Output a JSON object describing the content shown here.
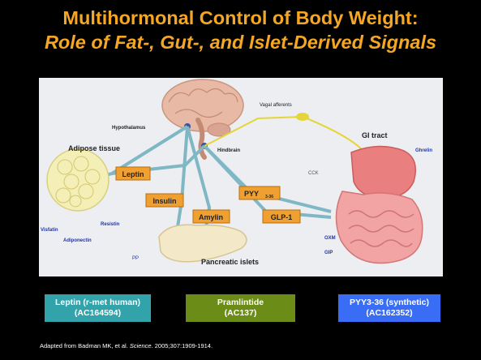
{
  "title_line1": "Multihormonal Control of Body Weight:",
  "title_line2": "Role of Fat-, Gut-, and Islet-Derived Signals",
  "figure": {
    "labels": {
      "vagal": "Vagal afferents",
      "gi_tract": "GI tract",
      "hypothalamus": "Hypothalamus",
      "hindbrain": "Hindbrain",
      "adipose": "Adipose tissue",
      "ghrelin": "Ghrelin",
      "cck": "CCK",
      "resistin": "Resistin",
      "visfatin": "Visfatin",
      "adiponectin": "Adiponectin",
      "oxm": "OXM",
      "gip": "GIP",
      "pp": "PP",
      "pancreatic": "Pancreatic islets"
    },
    "hormones": {
      "leptin": "Leptin",
      "insulin": "Insulin",
      "amylin": "Amylin",
      "pyy": "PYY",
      "pyy_sub": "3-36",
      "glp1": "GLP-1"
    }
  },
  "boxes": [
    {
      "line1": "Leptin (r-met human)",
      "line2": "(AC164594)"
    },
    {
      "line1": "Pramlintide",
      "line2": "(AC137)"
    },
    {
      "line1": "PYY3-36 (synthetic)",
      "line2": "(AC162352)"
    }
  ],
  "citation": {
    "pre": "Adapted from Badman MK, et al. ",
    "journal": "Science",
    "post": ". 2005;307:1909-1914."
  },
  "colors": {
    "title": "#f5a623",
    "box_leptin": "#33a3ab",
    "box_pramlintide": "#6b8c16",
    "box_pyy": "#3a6df5",
    "hormone_box": "#f0a030",
    "arrows": "#7fb7c4",
    "vagal": "#e6d53a"
  }
}
